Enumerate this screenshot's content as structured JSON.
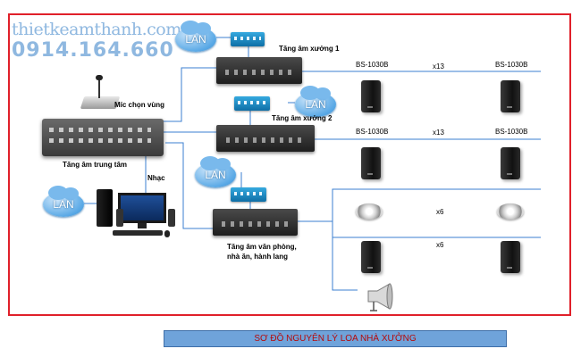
{
  "watermark": {
    "site": "thietkeamthanh.com",
    "phone": "0914.164.660"
  },
  "clouds": [
    {
      "label": "LAN"
    },
    {
      "label": "LAN"
    },
    {
      "label": "LAN"
    },
    {
      "label": "LAN"
    }
  ],
  "labels": {
    "mic": "Míc chọn vùng",
    "central_amp": "Tăng âm trung tâm",
    "music": "Nhạc",
    "amp_workshop_1": "Tăng âm xưởng 1",
    "amp_workshop_2": "Tăng âm xưởng 2",
    "amp_office_line1": "Tăng âm văn phòng,",
    "amp_office_line2": "nhà ăn, hành lang",
    "speaker_model": "BS-1030B",
    "mult_x13": "x13",
    "mult_x6": "x6"
  },
  "caption": "SƠ ĐỒ NGUYÊN LÝ LOA NHÀ XƯỞNG",
  "colors": {
    "frame": "#e0202a",
    "wire": "#3b7fd0",
    "caption_bg": "#6fa3da",
    "caption_text": "#b50a0a"
  }
}
